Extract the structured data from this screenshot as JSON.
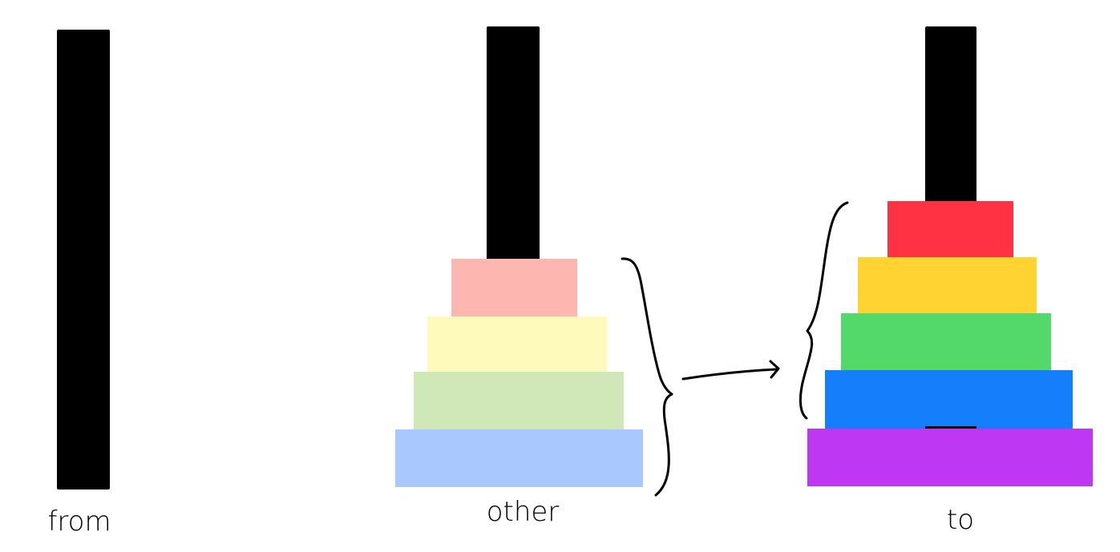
{
  "labels": {
    "from": "from",
    "other": "other",
    "to": "to"
  },
  "colors": {
    "peg": "#000000",
    "other_disks": [
      "#FEB6B1",
      "#FDFABB",
      "#D0E8B8",
      "#A8C8FE"
    ],
    "to_disks": [
      "#FE3242",
      "#FED332",
      "#53D86A",
      "#157FFB",
      "#BE38F3"
    ],
    "annotation": "#000000"
  },
  "pegs": [
    {
      "id": "from",
      "disks": 0
    },
    {
      "id": "other",
      "disks": 4
    },
    {
      "id": "to",
      "disks": 5
    }
  ]
}
